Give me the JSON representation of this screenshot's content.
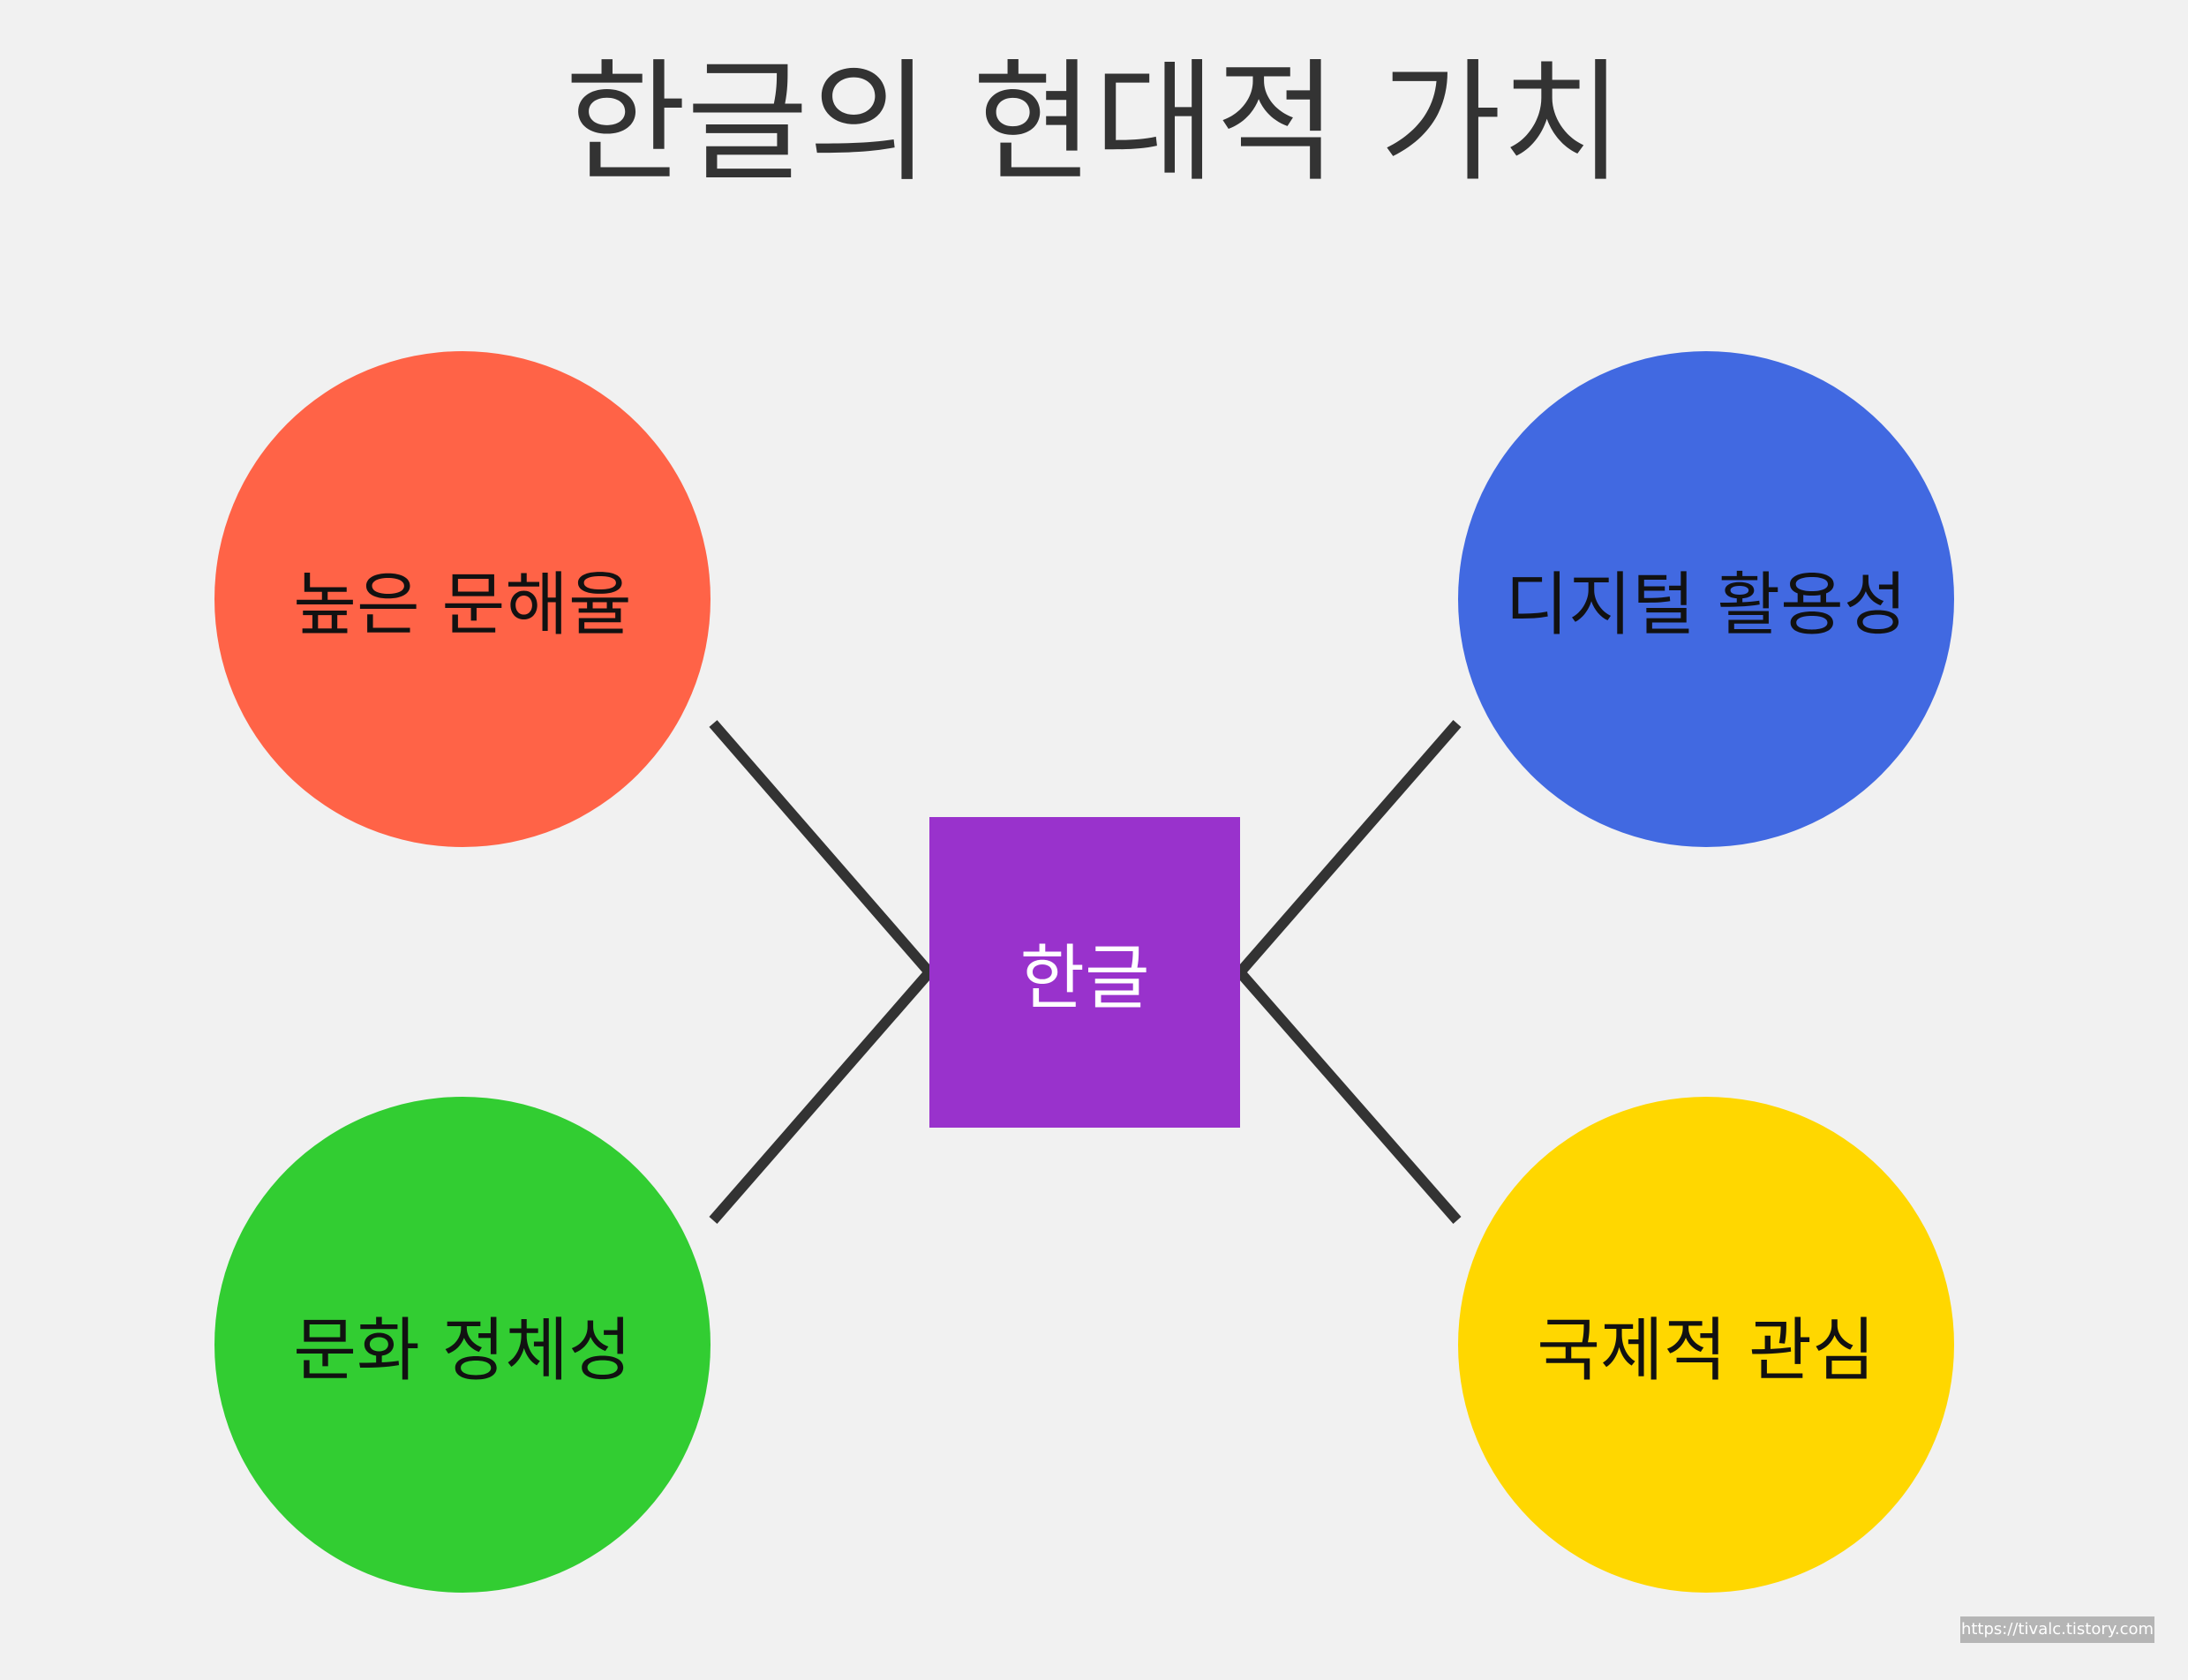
{
  "title": "한글의 현대적 가치",
  "center": {
    "label": "한글",
    "color": "#9932cc"
  },
  "nodes": {
    "top_left": {
      "label": "높은 문해율",
      "color": "#ff6347"
    },
    "top_right": {
      "label": "디지털 활용성",
      "color": "#4169e1"
    },
    "bottom_left": {
      "label": "문화 정체성",
      "color": "#32cd32"
    },
    "bottom_right": {
      "label": "국제적 관심",
      "color": "#ffd700"
    }
  },
  "connector_color": "#333333",
  "watermark": "https://tivalc.tistory.com"
}
